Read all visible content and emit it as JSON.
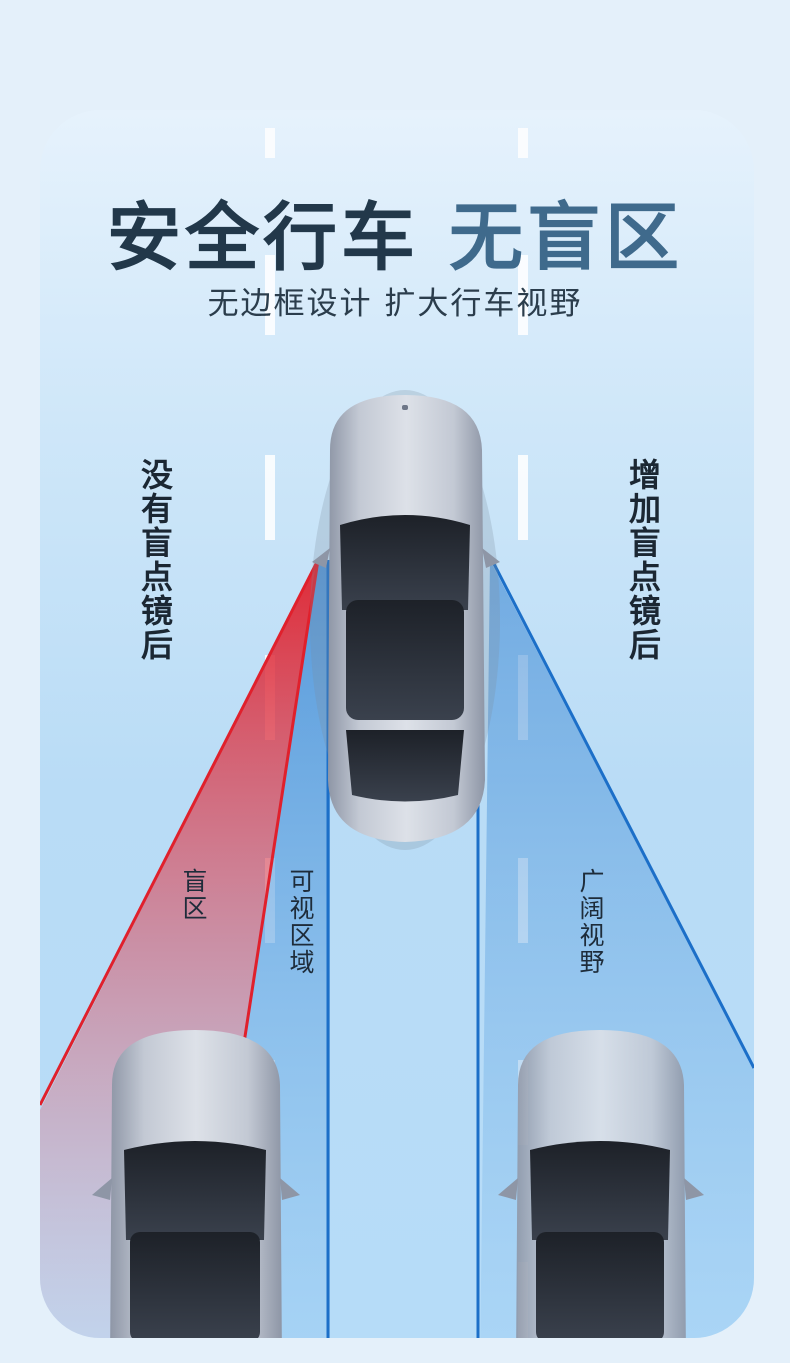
{
  "headline": {
    "part1": "安全行车",
    "part2": "无盲区",
    "subtitle": "无边框设计 扩大行车视野"
  },
  "labels": {
    "left_side": "没有盲点镜后",
    "right_side": "增加盲点镜后",
    "blind_zone": "盲区",
    "visible_zone": "可视区域",
    "wide_view": "广阔视野"
  },
  "colors": {
    "blind_zone": "#e0202c",
    "view_zone": "#1c6fc8",
    "car_body": "#b7bfcc",
    "road": "#bfe1f8"
  }
}
